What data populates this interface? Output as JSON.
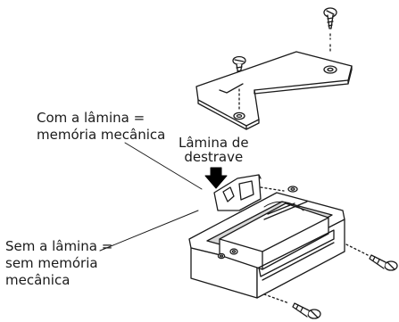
{
  "labels": {
    "with_blade": [
      "Com a lâmina =",
      "memória mecânica"
    ],
    "release_blade": [
      "Lâmina de",
      "destrave"
    ],
    "without_blade": [
      "Sem a lâmina =",
      "sem memória",
      "mecânica"
    ]
  },
  "colors": {
    "line": "#1a1a1a",
    "fill": "#ffffff",
    "shade": "#d9d9d9"
  }
}
